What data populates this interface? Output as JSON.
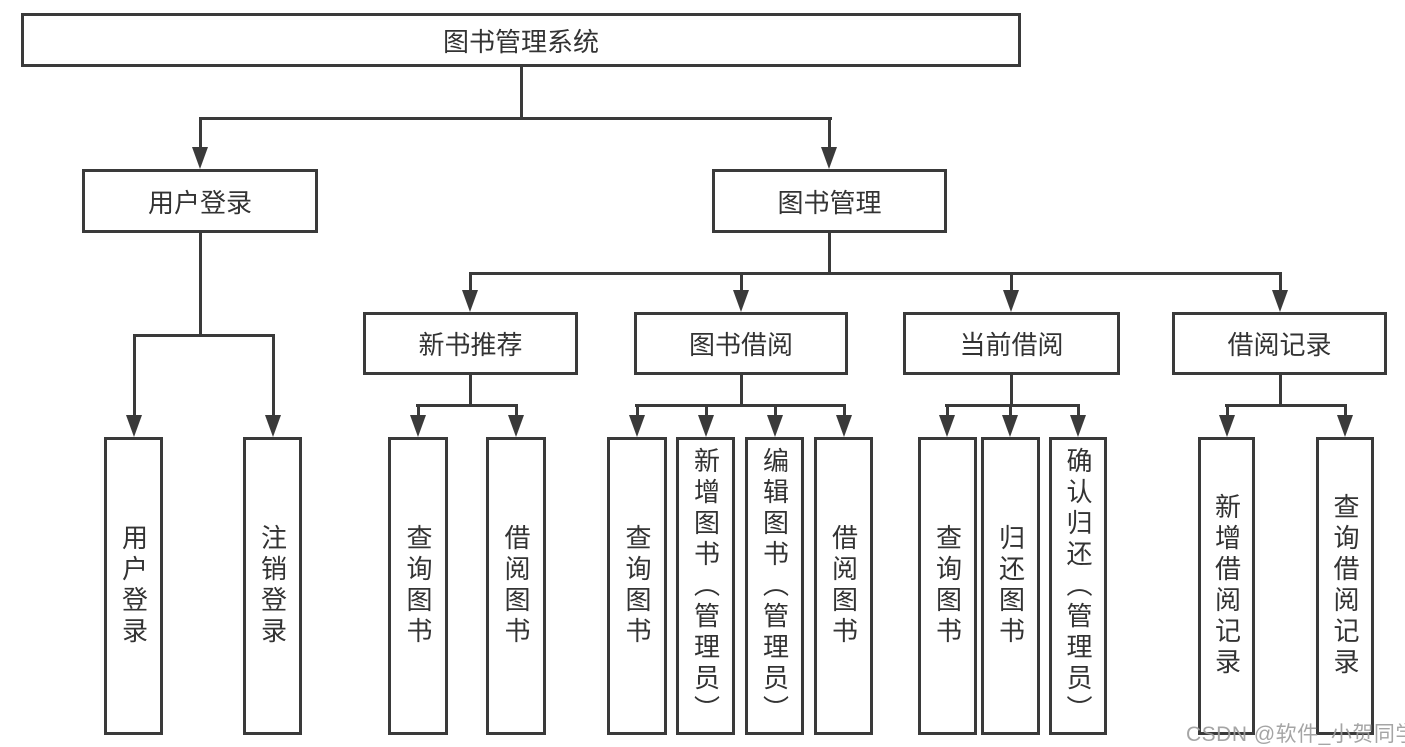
{
  "diagram": {
    "root": {
      "label": "图书管理系统"
    },
    "level2": [
      {
        "label": "用户登录"
      },
      {
        "label": "图书管理"
      }
    ],
    "level3": [
      {
        "label": "新书推荐"
      },
      {
        "label": "图书借阅"
      },
      {
        "label": "当前借阅"
      },
      {
        "label": "借阅记录"
      }
    ],
    "leaves": {
      "user_login": [
        "用户登录",
        "注销登录"
      ],
      "new_book": [
        "查询图书",
        "借阅图书"
      ],
      "book_borrow": [
        "查询图书",
        "新增图书（管理员）",
        "编辑图书（管理员）",
        "借阅图书"
      ],
      "current_borrow": [
        "查询图书",
        "归还图书",
        "确认归还（管理员）"
      ],
      "borrow_record": [
        "新增借阅记录",
        "查询借阅记录"
      ]
    }
  },
  "watermark": {
    "text": "CSDN @软件_小贺同学"
  },
  "colors": {
    "line": "#3a3a3a",
    "text": "#333333",
    "watermark": "#9e9e9e",
    "background": "#ffffff"
  }
}
